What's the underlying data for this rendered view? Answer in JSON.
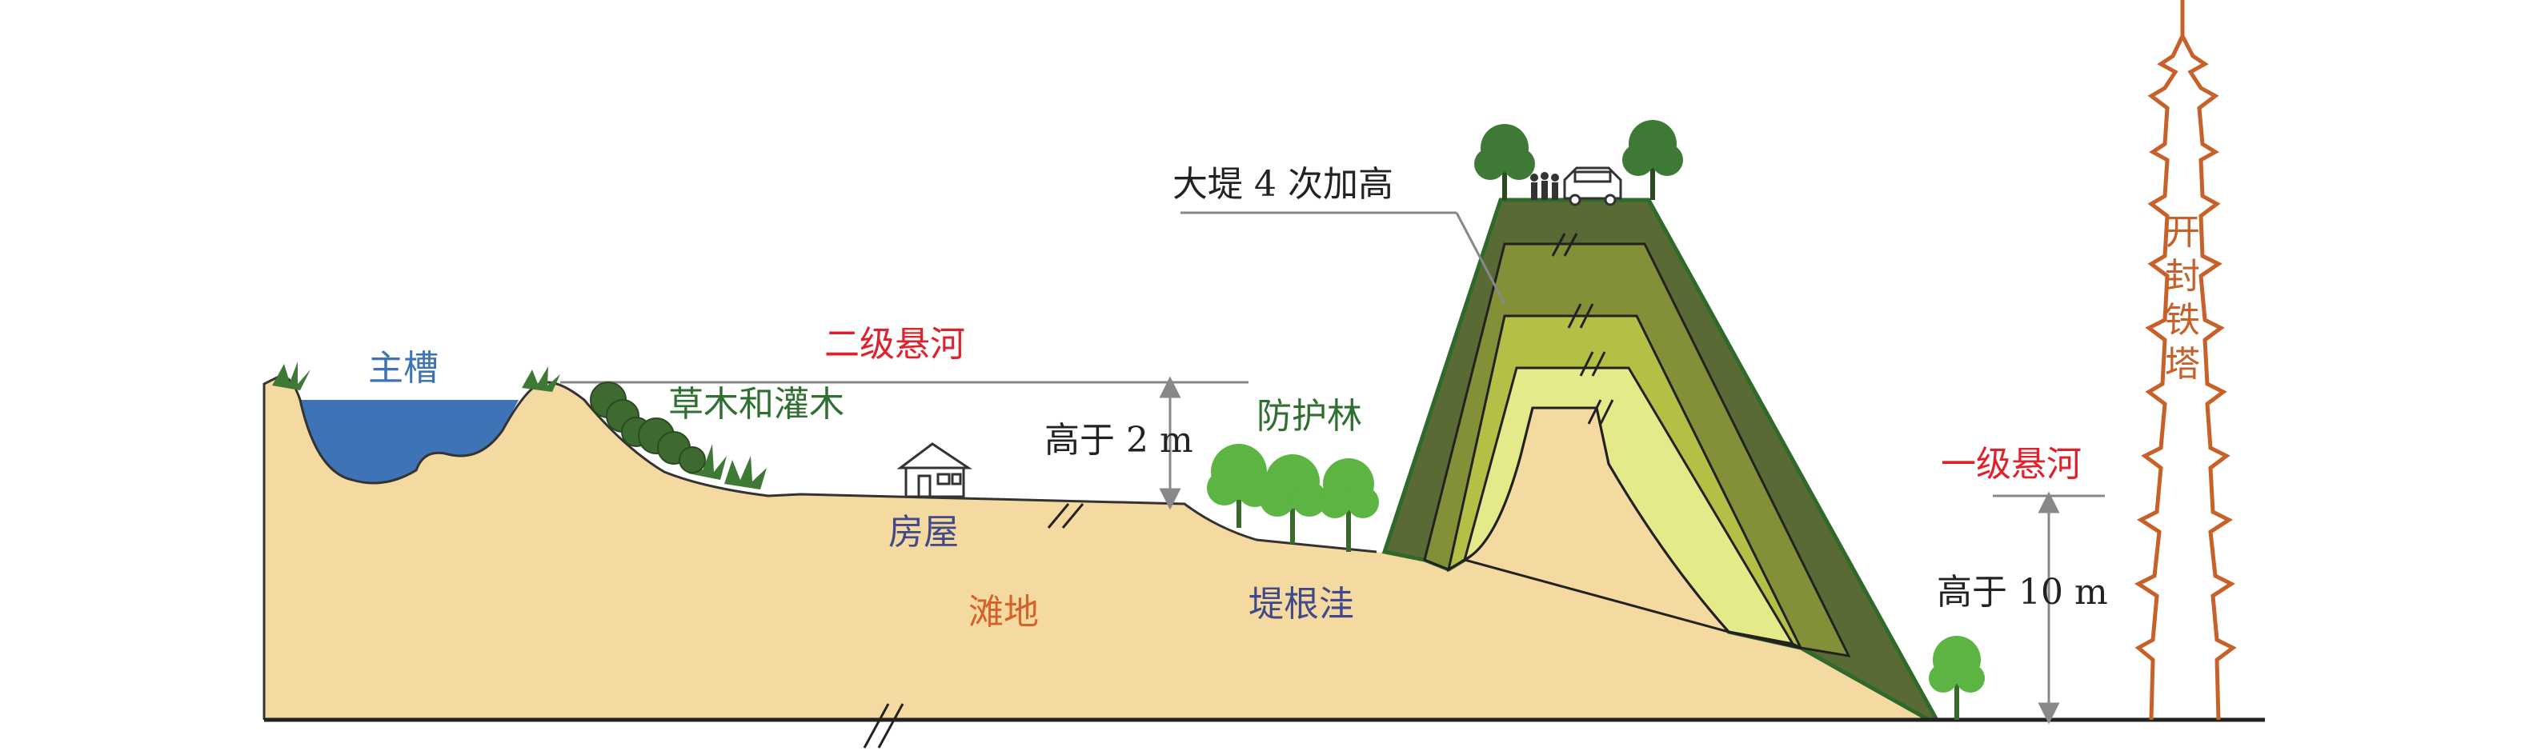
{
  "labels": {
    "main_channel": "主槽",
    "secondary_river": "二级悬河",
    "vegetation": "草木和灌木",
    "height_2m": "高于 2 m",
    "house": "房屋",
    "floodplain": "滩地",
    "protection_forest": "防护林",
    "dike_foot": "堤根洼",
    "dike_raised": "大堤 4 次加高",
    "primary_river": "一级悬河",
    "height_10m": "高于 10 m",
    "tower_chars": [
      "开",
      "封",
      "铁",
      "塔"
    ]
  },
  "colors": {
    "ground": "#f4d9a0",
    "water": "#3e74b5",
    "dike_outer": "#5a6a35",
    "dike_layer2": "#849038",
    "dike_layer3": "#b3bf45",
    "dike_layer4": "#e4e98a",
    "tree": "#5cb543",
    "dark_tree": "#3e7a35",
    "tower": "#c8602a",
    "red_label": "#e0202a",
    "blue_label": "#3e74b5",
    "green_label": "#2f6f2f",
    "orange_label": "#d4622a",
    "navy_label": "#404a8a"
  },
  "icons": [
    "palm-icon",
    "shrub-icon",
    "house-icon",
    "tree-icon",
    "car-icon",
    "people-icon",
    "pagoda-icon",
    "arrow-icon"
  ]
}
